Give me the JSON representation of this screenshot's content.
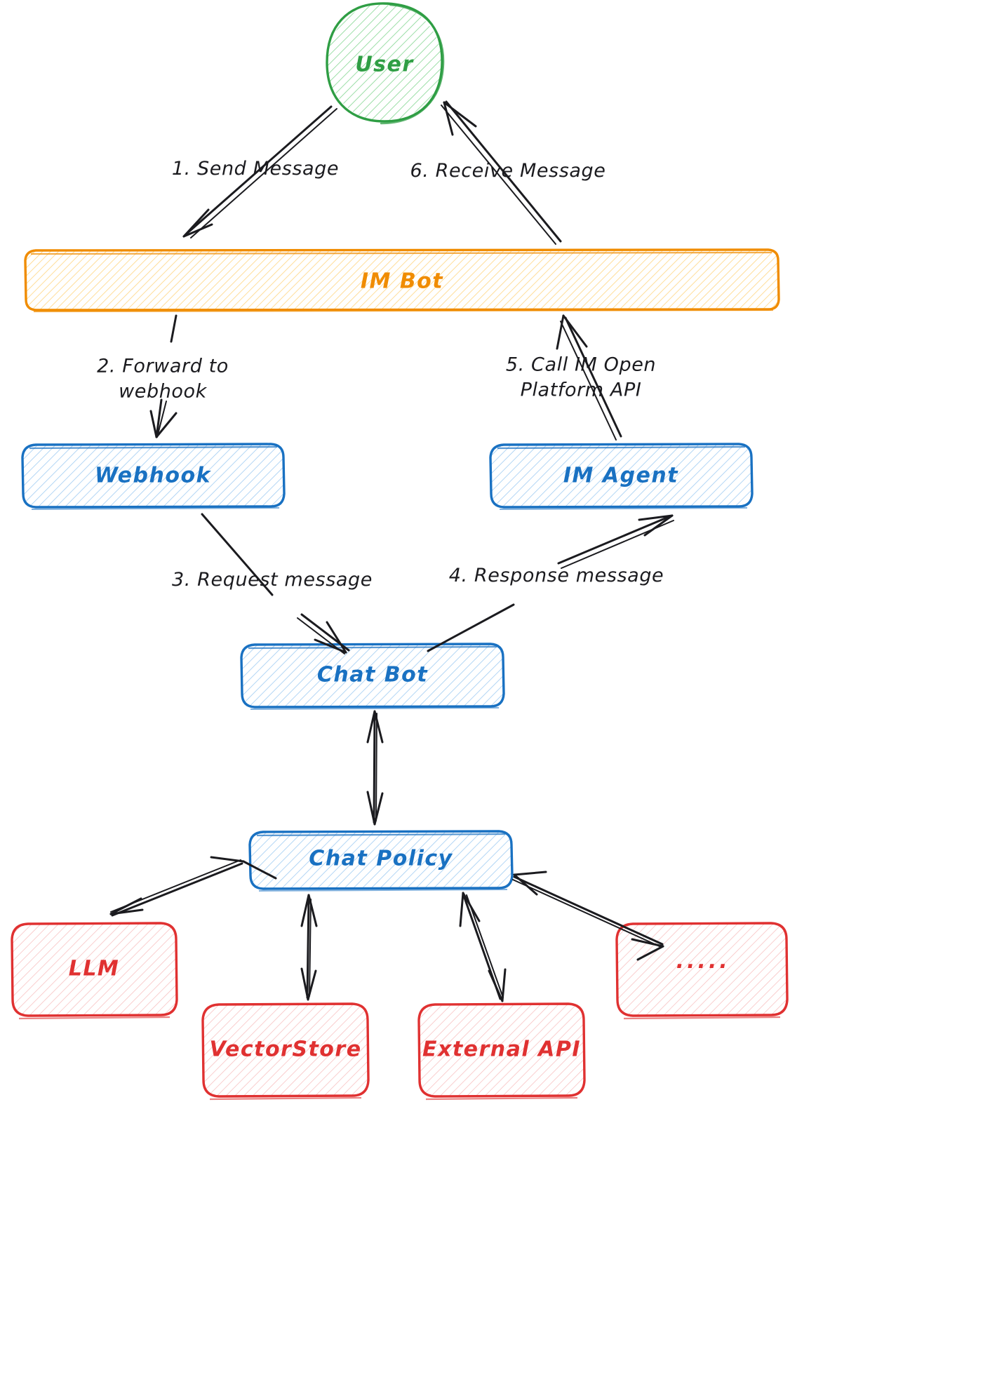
{
  "diagram": {
    "title": "IM Bot Chat Architecture Flow",
    "background": "#ffffff",
    "colors": {
      "green": "#2f9e44",
      "orange": "#f08c00",
      "blue": "#1971c2",
      "red": "#e03131",
      "arrow": "#1b1b1f"
    }
  },
  "nodes": [
    {
      "id": "user",
      "label": "User",
      "shape": "ellipse",
      "color": "green"
    },
    {
      "id": "im-bot",
      "label": "IM Bot",
      "shape": "rectangle",
      "color": "orange"
    },
    {
      "id": "webhook",
      "label": "Webhook",
      "shape": "rectangle",
      "color": "blue"
    },
    {
      "id": "im-agent",
      "label": "IM Agent",
      "shape": "rectangle",
      "color": "blue"
    },
    {
      "id": "chat-bot",
      "label": "Chat Bot",
      "shape": "rectangle",
      "color": "blue"
    },
    {
      "id": "chat-policy",
      "label": "Chat Policy",
      "shape": "rectangle",
      "color": "blue"
    },
    {
      "id": "llm",
      "label": "LLM",
      "shape": "rectangle",
      "color": "red"
    },
    {
      "id": "vectorstore",
      "label": "VectorStore",
      "shape": "rectangle",
      "color": "red"
    },
    {
      "id": "external-api",
      "label": "External API",
      "shape": "rectangle",
      "color": "red"
    },
    {
      "id": "more",
      "label": "·····",
      "shape": "rectangle",
      "color": "red"
    }
  ],
  "edges": [
    {
      "id": "e1",
      "label": "1. Send Message",
      "from": "user",
      "to": "im-bot"
    },
    {
      "id": "e6",
      "label": "6. Receive Message",
      "from": "im-bot",
      "to": "user"
    },
    {
      "id": "e2",
      "label_line1": "2. Forward to",
      "label_line2": "webhook",
      "from": "im-bot",
      "to": "webhook"
    },
    {
      "id": "e5",
      "label_line1": "5. Call IM Open",
      "label_line2": "Platform API",
      "from": "im-agent",
      "to": "im-bot"
    },
    {
      "id": "e3",
      "label": "3. Request message",
      "from": "webhook",
      "to": "chat-bot"
    },
    {
      "id": "e4",
      "label": "4. Response message",
      "from": "chat-bot",
      "to": "im-agent"
    },
    {
      "id": "e7",
      "label": "",
      "from": "chat-bot",
      "to": "chat-policy",
      "bidirectional": true
    },
    {
      "id": "e8",
      "label": "",
      "from": "chat-policy",
      "to": "llm",
      "bidirectional": true
    },
    {
      "id": "e9",
      "label": "",
      "from": "chat-policy",
      "to": "vectorstore",
      "bidirectional": true
    },
    {
      "id": "e10",
      "label": "",
      "from": "chat-policy",
      "to": "external-api",
      "bidirectional": true
    },
    {
      "id": "e11",
      "label": "",
      "from": "chat-policy",
      "to": "more",
      "bidirectional": true
    }
  ]
}
